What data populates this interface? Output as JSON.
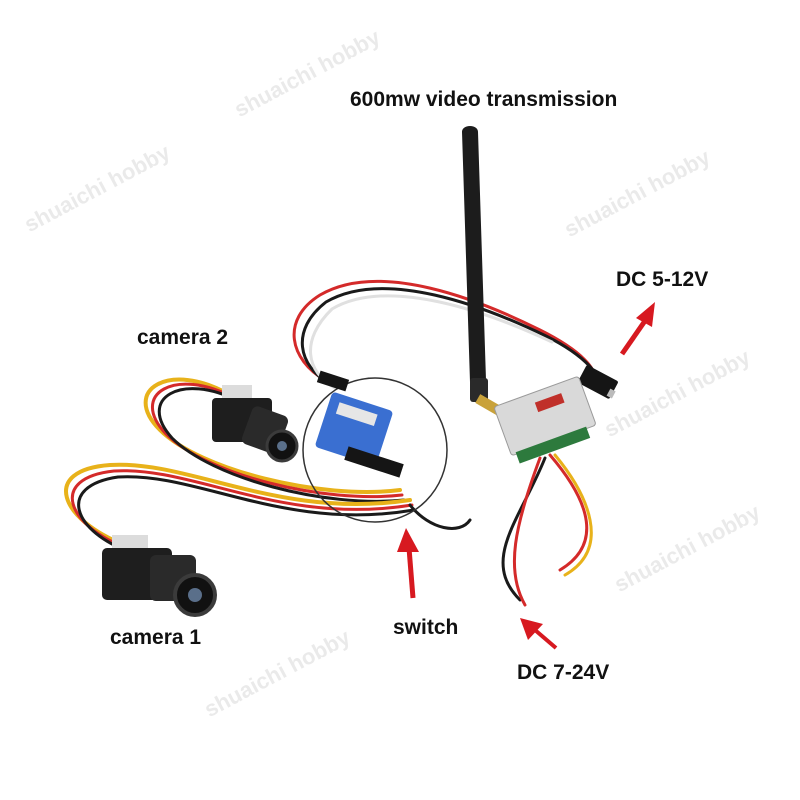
{
  "labels": {
    "transmitter": "600mw video transmission",
    "dc_high": "DC 5-12V",
    "camera2": "camera 2",
    "camera1": "camera 1",
    "switch": "switch",
    "dc_low": "DC 7-24V"
  },
  "watermark": "shuaichi hobby",
  "colors": {
    "arrow": "#d71920",
    "wire_red": "#d42a2a",
    "wire_yellow": "#e8b21a",
    "wire_black": "#1a1a1a",
    "pcb_blue": "#3a6fd1",
    "transmitter_body": "#d9d9d9",
    "antenna": "#1c1c1c"
  }
}
